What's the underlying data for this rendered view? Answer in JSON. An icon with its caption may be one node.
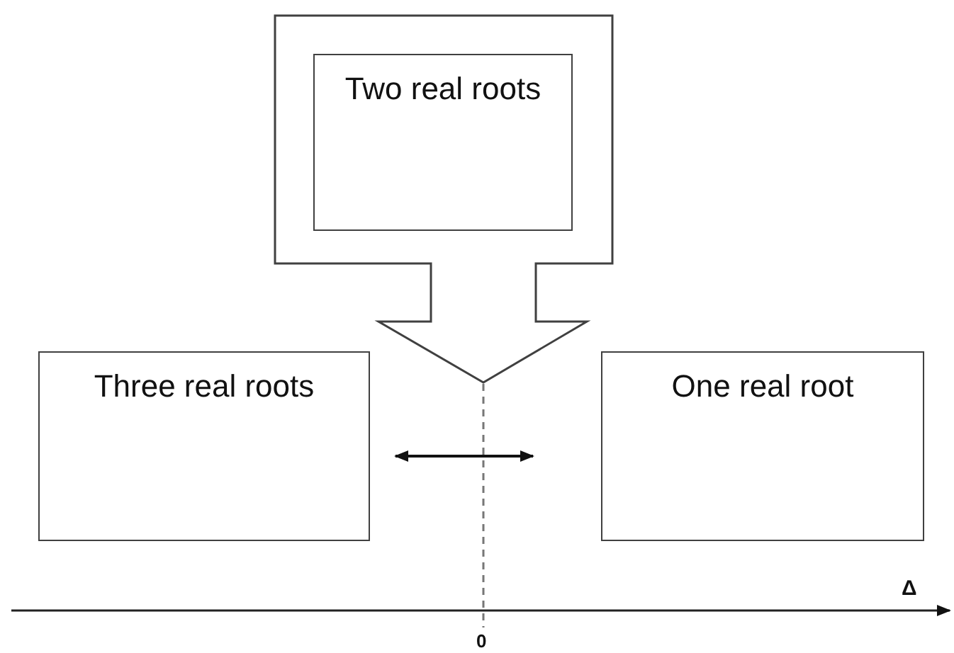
{
  "diagram": {
    "nodes": [
      {
        "text": [],
        "shape": "arrow"
      },
      {
        "text": [
          "Two real roots"
        ],
        "in": 0
      },
      {
        "text": [
          "Three real roots"
        ]
      },
      {
        "text": [
          "One real root"
        ]
      }
    ],
    "labels": [
      "Δ",
      "0"
    ]
  }
}
